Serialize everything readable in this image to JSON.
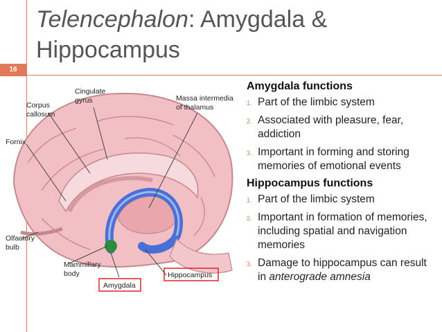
{
  "slide": {
    "number": "16",
    "title_italic": "Telencephalon",
    "title_rest": ": Amygdala & Hippocampus"
  },
  "diagram": {
    "labels": {
      "cingulate": "Cingulate gyrus",
      "cingulate_1": "Cingulate",
      "cingulate_2": "gyrus",
      "corpus": "Corpus callosum",
      "corpus_1": "Corpus",
      "corpus_2": "callosum",
      "massa": "Massa intermedia of thalamus",
      "massa_1": "Massa intermedia",
      "massa_2": "of thalamus",
      "fornix": "Fornix",
      "olfactory": "Olfactory bulb",
      "olfactory_1": "Olfactory",
      "olfactory_2": "bulb",
      "mammillary": "Mammillary body",
      "mammillary_1": "Mammillary",
      "mammillary_2": "body",
      "amygdala": "Amygdala",
      "hippocampus": "Hippocampus"
    },
    "colors": {
      "brain": "#f2bfc4",
      "hippocampus": "#4a6fd6",
      "amygdala": "#2e8b3e",
      "highlight_box": "#e0202a"
    }
  },
  "amygdala_functions": {
    "heading": "Amygdala functions",
    "items": [
      {
        "num": "1.",
        "text": "Part of the limbic system"
      },
      {
        "num": "2.",
        "text": "Associated with pleasure, fear, addiction"
      },
      {
        "num": "3.",
        "text": "Important in forming and storing memories of emotional events"
      }
    ]
  },
  "hippocampus_functions": {
    "heading": "Hippocampus functions",
    "items": [
      {
        "num": "1.",
        "text": "Part of the limbic system"
      },
      {
        "num": "2.",
        "text": "Important in formation of memories, including spatial and navigation memories"
      },
      {
        "num": "3.",
        "text_prefix": "Damage to hippocampus can result in ",
        "text_italic": "anterograde amnesia"
      }
    ]
  }
}
